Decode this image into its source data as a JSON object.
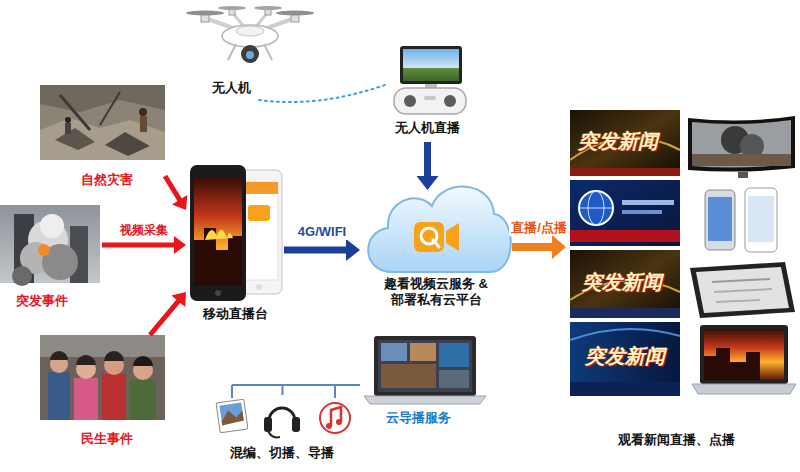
{
  "diagram": {
    "nodes": [
      {
        "text": [
          "无人机"
        ]
      },
      {
        "text": [
          "无人机直播"
        ]
      },
      {
        "text": [
          "自然灾害"
        ]
      },
      {
        "text": [
          "突发事件"
        ]
      },
      {
        "text": [
          "民生事件"
        ]
      },
      {
        "text": [
          "移动直播台"
        ]
      },
      {
        "text": [
          "趣看视频云服务 &部署私有云平台"
        ]
      },
      {
        "text": [
          "云导播服务"
        ]
      },
      {
        "text": [
          "混编、切播、导播"
        ]
      },
      {
        "text": [
          "观看新闻直播、点播"
        ]
      }
    ],
    "edges": [
      {
        "from": 0,
        "to": 1,
        "arrow": "none"
      },
      {
        "from": 1,
        "to": 6,
        "arrow": "to"
      },
      {
        "from": 2,
        "to": 5,
        "arrow": "to"
      },
      {
        "from": 3,
        "to": 5,
        "label": "视频采集",
        "arrow": "to"
      },
      {
        "from": 4,
        "to": 5,
        "arrow": "to"
      },
      {
        "from": 5,
        "to": 6,
        "label": "4G/WIFI",
        "arrow": "to"
      },
      {
        "from": 6,
        "to": 9,
        "label": "直播/点播",
        "arrow": "to"
      },
      {
        "from": 7,
        "to": 8,
        "arrow": "none"
      }
    ],
    "labels": [
      "突发新闻",
      "突发新闻",
      "突发新闻"
    ]
  }
}
